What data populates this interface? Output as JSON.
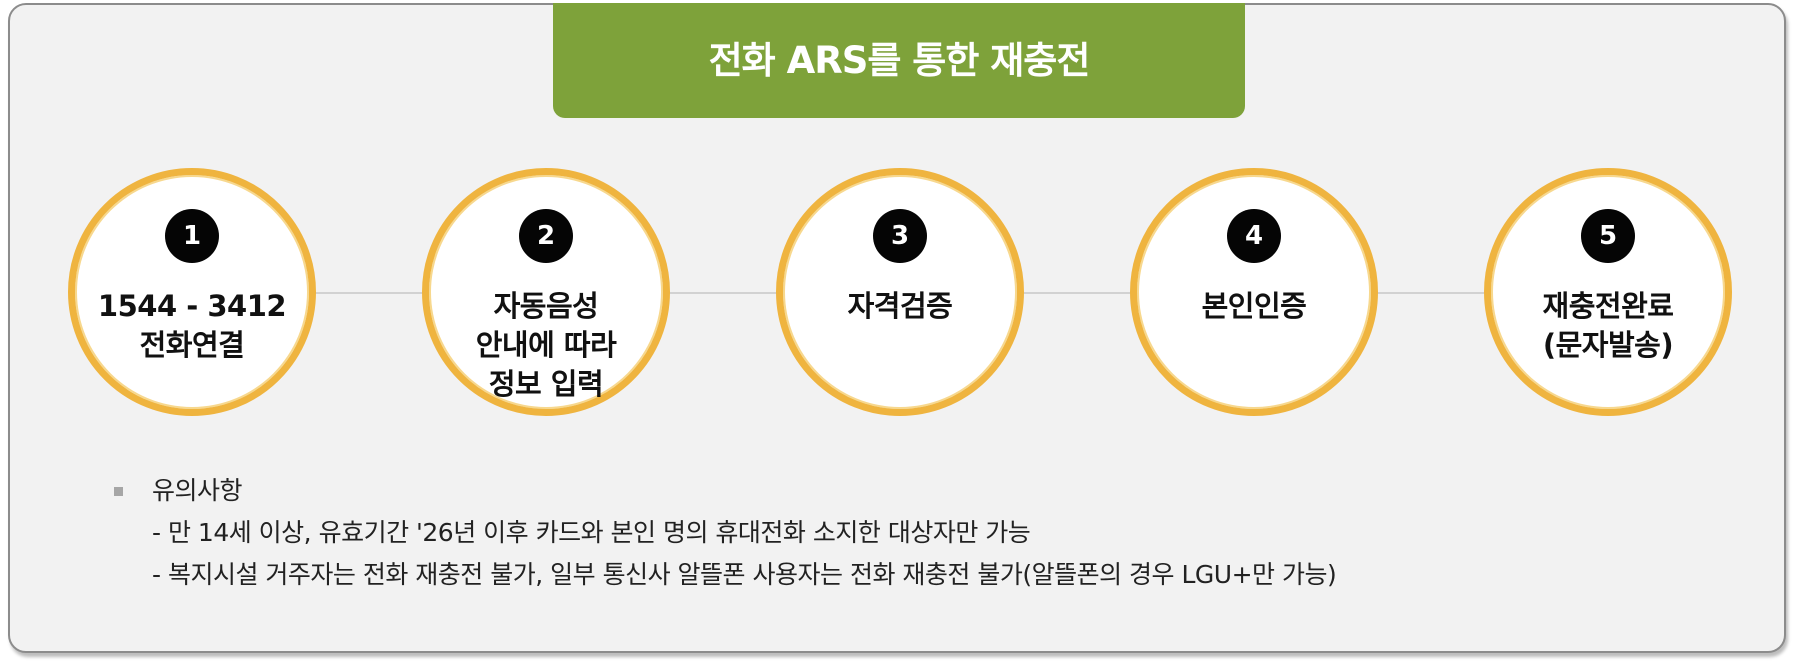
{
  "title": "전화 ARS를 통한 재충전",
  "steps": [
    {
      "number": "1",
      "lines": [
        "1544 - 3412",
        "전화연결"
      ]
    },
    {
      "number": "2",
      "lines": [
        "자동음성",
        "안내에 따라",
        "정보 입력"
      ]
    },
    {
      "number": "3",
      "lines": [
        "자격검증"
      ]
    },
    {
      "number": "4",
      "lines": [
        "본인인증"
      ]
    },
    {
      "number": "5",
      "lines": [
        "재충전완료",
        "(문자발송)"
      ]
    }
  ],
  "notes": {
    "heading": "유의사항",
    "items": [
      "- 만 14세 이상, 유효기간 '26년 이후 카드와 본인 명의 휴대전화 소지한 대상자만 가능",
      "- 복지시설 거주자는 전화 재충전 불가, 일부 통신사 알뜰폰 사용자는 전화 재충전 불가(알뜰폰의 경우 LGU+만 가능)"
    ]
  },
  "colors": {
    "title_bar": "#7ea23a",
    "circle_border": "#efb43f",
    "number_badge": "#050505",
    "panel_background": "#f2f2f2"
  }
}
